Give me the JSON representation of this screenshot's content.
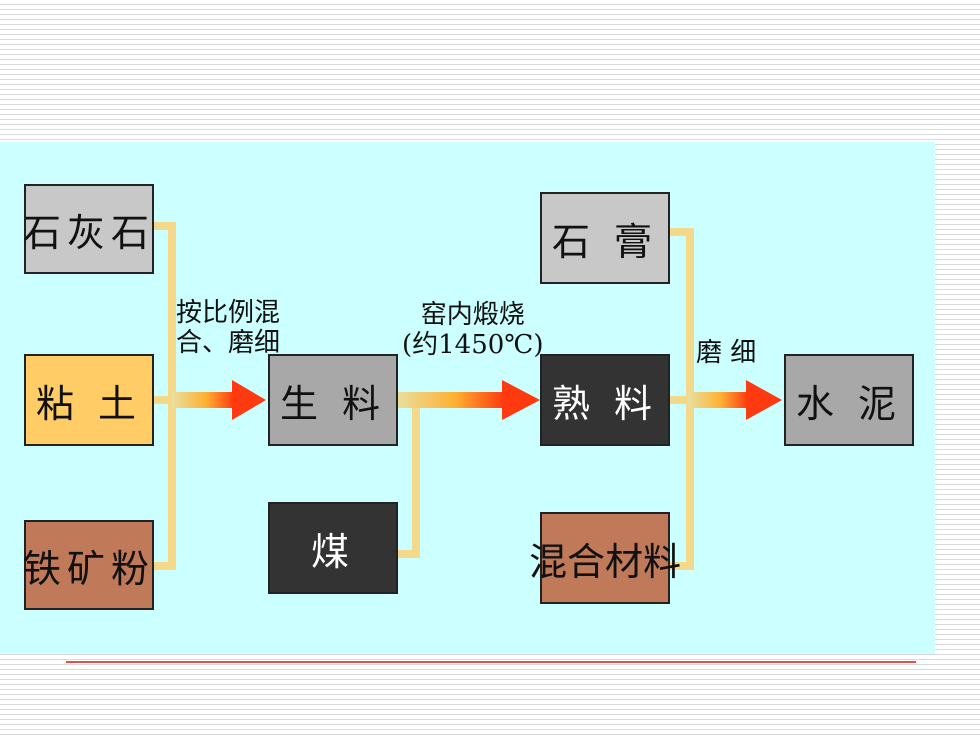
{
  "boxes": {
    "limestone": "石灰石",
    "clay": "粘 土",
    "iron_ore": "铁矿粉",
    "raw_meal": "生 料",
    "coal": "煤",
    "gypsum": "石 膏",
    "clinker": "熟 料",
    "admixture": "混合材料",
    "cement": "水 泥"
  },
  "labels": {
    "mix_grind_line1": "按比例混",
    "mix_grind_line2": "合、磨细",
    "calcine_line1": "窑内煅烧",
    "calcine_line2": "(约1450℃)",
    "grind": "磨 细"
  },
  "colors": {
    "background": "#ccffff",
    "connector": "#f5d98a",
    "arrow_head": "#ff4a1a",
    "clay_box": "#ffcc66",
    "iron_box": "#c07a5a",
    "dark_box": "#333333"
  }
}
